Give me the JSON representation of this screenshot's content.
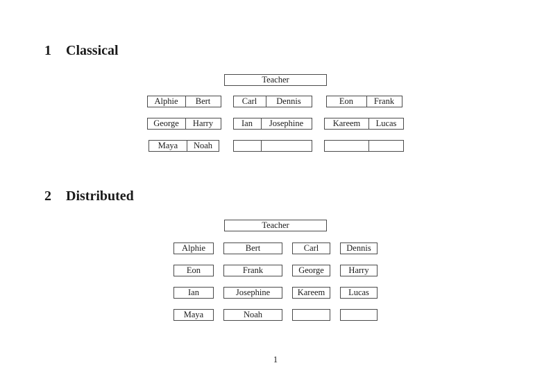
{
  "document": {
    "page_number": "1",
    "sections": [
      {
        "number": "1",
        "title": "Classical",
        "teacher_label": "Teacher",
        "rows": [
          [
            [
              "Alphie",
              "Bert"
            ],
            [
              "Carl",
              "Dennis"
            ],
            [
              "Eon",
              "Frank"
            ]
          ],
          [
            [
              "George",
              "Harry"
            ],
            [
              "Ian",
              "Josephine"
            ],
            [
              "Kareem",
              "Lucas"
            ]
          ],
          [
            [
              "Maya",
              "Noah"
            ],
            [
              "",
              ""
            ],
            [
              "",
              ""
            ]
          ]
        ]
      },
      {
        "number": "2",
        "title": "Distributed",
        "teacher_label": "Teacher",
        "rows": [
          [
            "Alphie",
            "Bert",
            "Carl",
            "Dennis"
          ],
          [
            "Eon",
            "Frank",
            "George",
            "Harry"
          ],
          [
            "Ian",
            "Josephine",
            "Kareem",
            "Lucas"
          ],
          [
            "Maya",
            "Noah",
            "",
            ""
          ]
        ]
      }
    ]
  },
  "colors": {
    "text": "#1a1a1a",
    "rule": "#4a4a4a",
    "background": "#ffffff"
  }
}
